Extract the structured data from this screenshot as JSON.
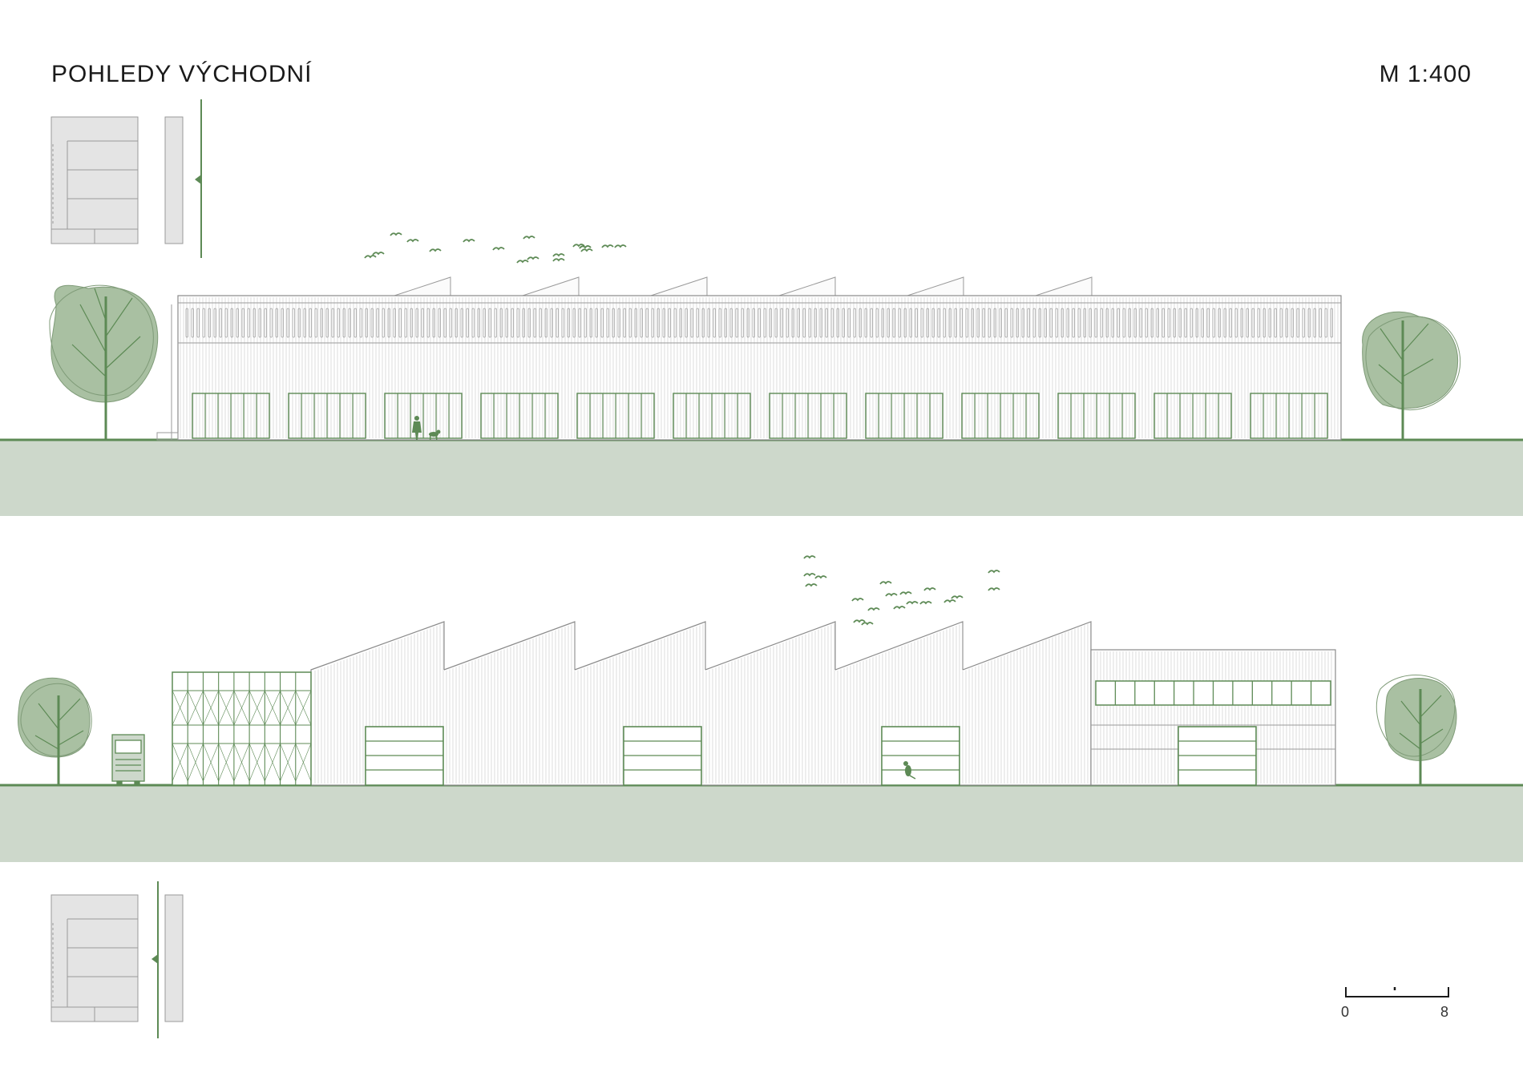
{
  "header": {
    "title": "POHLEDY VÝCHODNÍ",
    "scale": "M 1:400"
  },
  "scale_bar": {
    "start_label": "0",
    "end_label": "8"
  },
  "colors": {
    "accent_green": "#5d8a55",
    "ground_fill": "#cdd8cb",
    "tree_fill": "#a9c0a2",
    "line_gray": "#9a9a9a",
    "plan_fill": "#e4e4e4"
  },
  "icons": [
    "tree-icon",
    "bird-icon",
    "truck-icon",
    "person-icon",
    "dog-icon",
    "view-direction-arrow-icon"
  ]
}
